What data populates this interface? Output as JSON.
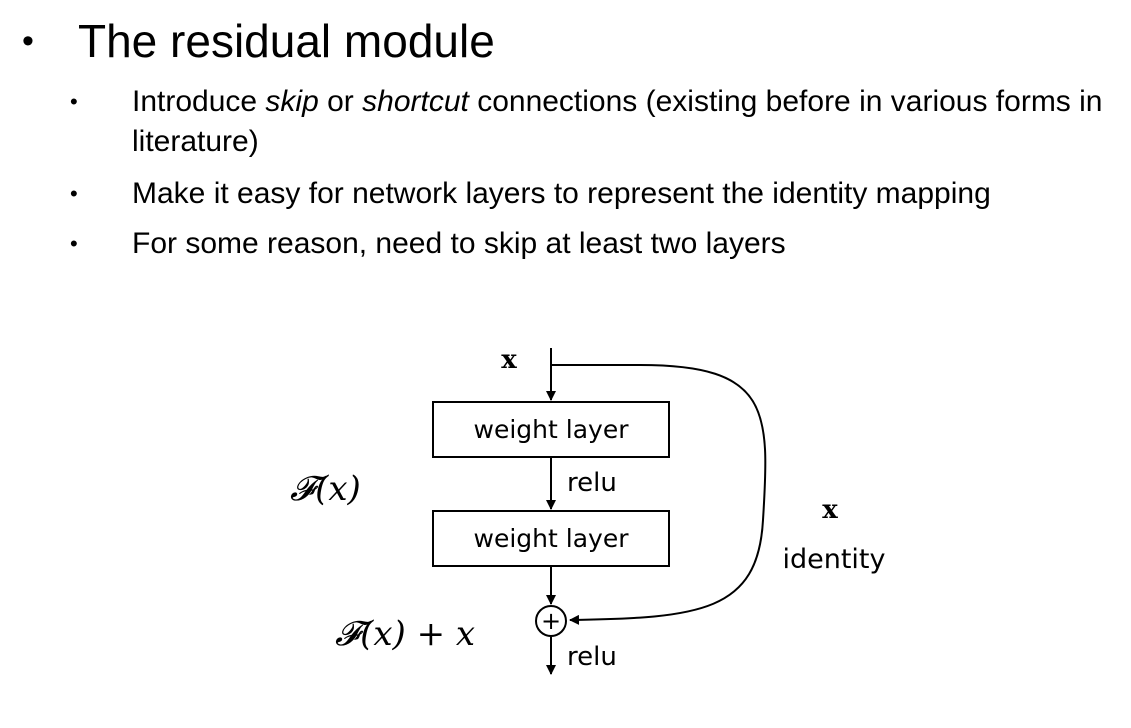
{
  "slide": {
    "title": "The residual module",
    "bullets": [
      {
        "pre": "Introduce ",
        "em1": "skip",
        "mid": " or ",
        "em2": "shortcut",
        "post": " connections (existing before in various forms in literature)"
      },
      {
        "text": "Make it easy for network layers to represent the identity mapping"
      },
      {
        "text": "For some reason, need to skip at least two layers"
      }
    ]
  },
  "diagram": {
    "input_label": "x",
    "box1_label": "weight layer",
    "box2_label": "weight layer",
    "relu_mid": "relu",
    "relu_out": "relu",
    "f_label": "𝓕(x)",
    "sum_label": "𝓕(x) + x",
    "plus_symbol": "+",
    "skip_x_label": "x",
    "identity_label": "identity"
  }
}
